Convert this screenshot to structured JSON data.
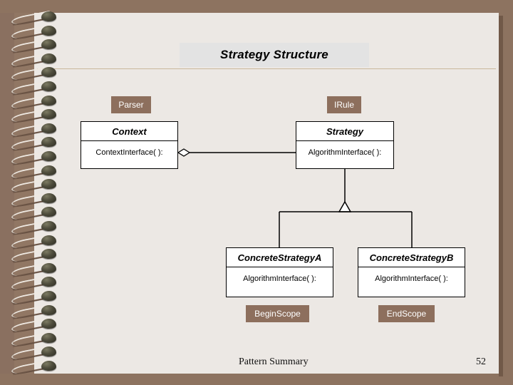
{
  "slide": {
    "title": "Strategy Structure",
    "footer_label": "Pattern Summary",
    "page_number": "52",
    "background_color": "#8d7360",
    "page_color": "#ece8e4",
    "title_band_color": "#e3e3e3",
    "tag_color": "#8d6f5d",
    "rule_color": "#c9b89c"
  },
  "diagram": {
    "type": "uml-class-diagram",
    "annotations": [
      {
        "name": "parser-tag",
        "label": "Parser"
      },
      {
        "name": "irule-tag",
        "label": "IRule"
      },
      {
        "name": "beginscope-tag",
        "label": "BeginScope"
      },
      {
        "name": "endscope-tag",
        "label": "EndScope"
      }
    ],
    "classes": [
      {
        "id": "context",
        "name": "Context",
        "members": [
          "ContextInterface( ):"
        ]
      },
      {
        "id": "strategy",
        "name": "Strategy",
        "members": [
          "AlgorithmInterface( ):"
        ]
      },
      {
        "id": "concreteA",
        "name": "ConcreteStrategyA",
        "members": [
          "AlgorithmInterface( ):"
        ]
      },
      {
        "id": "concreteB",
        "name": "ConcreteStrategyB",
        "members": [
          "AlgorithmInterface( ):"
        ]
      }
    ],
    "relations": [
      {
        "kind": "aggregation",
        "from": "context",
        "to": "strategy"
      },
      {
        "kind": "inheritance",
        "from": "concreteA",
        "to": "strategy"
      },
      {
        "kind": "inheritance",
        "from": "concreteB",
        "to": "strategy"
      }
    ]
  }
}
